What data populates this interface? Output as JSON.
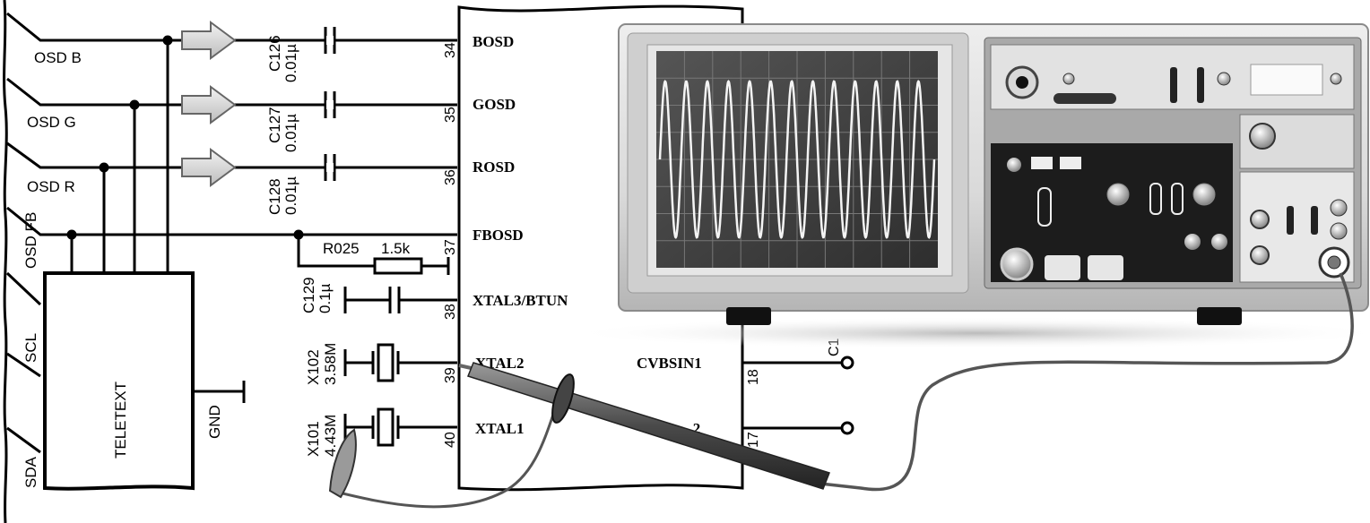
{
  "schematic": {
    "osd_lines": [
      {
        "label": "OSD B",
        "cap": "C126",
        "value": "0.01µ",
        "pin": "34",
        "signal": "BOSD"
      },
      {
        "label": "OSD G",
        "cap": "C127",
        "value": "0.01µ",
        "pin": "35",
        "signal": "GOSD"
      },
      {
        "label": "OSD R",
        "cap": "C128",
        "value": "0.01µ",
        "pin": "36",
        "signal": "ROSD"
      }
    ],
    "left_labels": [
      "OSD FB",
      "SCL",
      "SDA"
    ],
    "fbosd": {
      "pin": "37",
      "signal": "FBOSD",
      "resistor": "R025",
      "resistor_value": "1.5k"
    },
    "xtal3": {
      "cap": "C129",
      "value": "0.1µ",
      "pin": "38",
      "signal": "XTAL3/BTUN"
    },
    "xtal2": {
      "part": "X102",
      "freq": "3.58M",
      "pin": "39",
      "signal": "XTAL2"
    },
    "xtal1": {
      "part": "X101",
      "freq": "4.43M",
      "pin": "40",
      "signal": "XTAL1"
    },
    "teletext": {
      "label": "TELETEXT",
      "gnd": "GND"
    },
    "right_pins": [
      {
        "pin": "18",
        "signal": "CVBSIN1",
        "cap": "C1"
      },
      {
        "pin": "17",
        "signal": "...2"
      }
    ]
  },
  "oscilloscope": {
    "waveform": {
      "type": "sine",
      "cycles": 13
    }
  }
}
